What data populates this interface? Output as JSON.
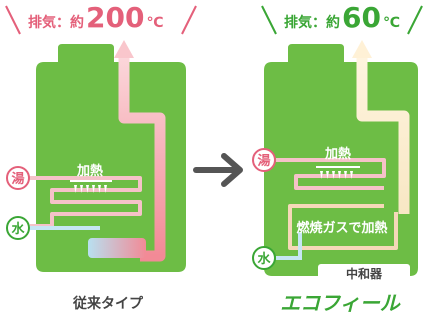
{
  "left": {
    "exhaust_prefix": "排気：約",
    "exhaust_value": "200",
    "exhaust_unit": "℃",
    "heating_label": "加熱",
    "hot_water_label": "湯",
    "water_label": "水",
    "caption": "従来タイプ"
  },
  "right": {
    "exhaust_prefix": "排気：約",
    "exhaust_value": "60",
    "exhaust_unit": "℃",
    "heating_label": "加熱",
    "combustion_label": "燃焼ガスで加熱",
    "hot_water_label": "湯",
    "water_label": "水",
    "neutralizer_label": "中和器",
    "caption": "エコフィール"
  },
  "colors": {
    "unit_green": "#6dbd45",
    "left_accent": "#f0708a",
    "right_accent": "#3aa635",
    "hot_pipe": "#f4a0a8",
    "warm_pipe": "#f8e0b8",
    "cold_pipe": "#b8e0f0",
    "arrow_gray": "#555555"
  }
}
